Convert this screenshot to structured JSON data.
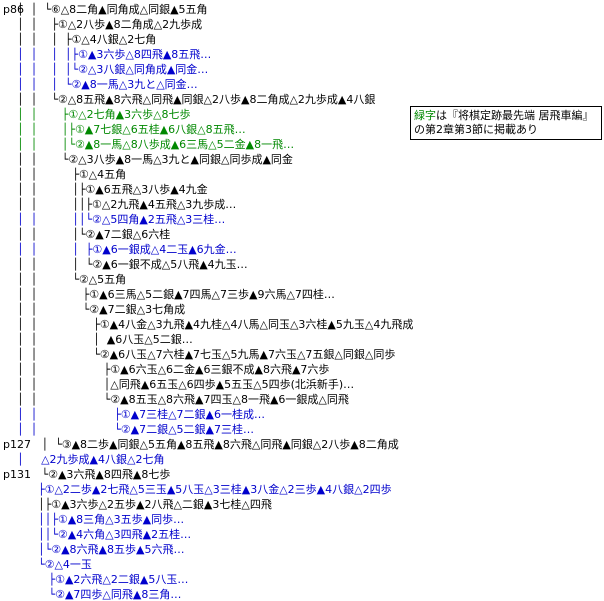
{
  "lines": [
    {
      "text": "p86"
    },
    {
      "text": "    │  │  └⑥△8二角▲同角成△同銀▲5五角"
    },
    {
      "text": "    │  │    ├①△2八歩▲8二角成△2九歩成"
    },
    {
      "text": "    │  │    │  ├①△4八銀△2七角"
    },
    {
      "text": "    │  │    │  │├①▲3六歩△8四飛▲8五飛…"
    },
    {
      "text": "    │  │    │  │└②△3八銀△同角成▲同金…"
    },
    {
      "text": "    │  │    │  └②▲8一馬△3九と△同金…"
    },
    {
      "text": "    │  │    └②△8五飛▲8六飛△同飛▲同銀△2八歩▲8二角成△2九歩成▲4八銀"
    },
    {
      "text": "    │  │       ├①△2七角▲3六歩△8七歩"
    },
    {
      "text": "    │  │       │├①▲7七銀△6五桂▲6八銀△8五飛…"
    },
    {
      "text": "    │  │       │└②▲8一馬△8八歩成▲6三馬△5二金▲8一飛…"
    },
    {
      "text": "    │  │       └②△3八歩▲8一馬△3九と▲同銀△同歩成▲同金"
    },
    {
      "text": "    │  │          ├①△4五角"
    },
    {
      "text": "    │  │          │├①▲6五飛△3八歩▲4九金"
    },
    {
      "text": "    │  │          ││├①△2九飛▲4五飛△3九歩成…"
    },
    {
      "text": "    │  │          ││└②△5四角▲2五飛△3三桂…"
    },
    {
      "text": "    │  │          │└②▲7二銀△6六桂"
    },
    {
      "text": "    │  │          │  ├①▲6一銀成△4二玉▲6九金…"
    },
    {
      "text": "    │  │          │  └②▲6一銀不成△5八飛▲4九玉…"
    },
    {
      "text": "    │  │          └②△5五角"
    },
    {
      "text": "    │  │             ├①▲6三馬△5二銀▲7四馬△7三歩▲9六馬△7四桂…"
    },
    {
      "text": "    │  │             └②▲7二銀△3七角成"
    },
    {
      "text": "    │  │                ├①▲4八金△3九飛▲4九桂△4八馬△同玉△3六桂▲5九玉△4九飛成"
    },
    {
      "text": "    │  │                │  ▲6八玉△5二銀…"
    },
    {
      "text": "    │  │                └②▲6八玉△7六桂▲7七玉△5九馬▲7六玉△7五銀△同銀△同歩"
    },
    {
      "text": "    │  │                   ├①▲6六玉△6二金▲6三銀不成▲8六飛▲7六歩"
    },
    {
      "text": "    │  │                   │△同飛▲6五玉△6四歩▲5五玉△5四歩(北浜新手)…"
    },
    {
      "text": "    │  │                   └②▲8五玉△8六飛▲7四玉△8一飛▲6一銀成△同飛"
    },
    {
      "text": "    │  │                      ├①▲7三桂△7二銀▲6一桂成…"
    },
    {
      "text": "    │  │                      └②▲7二銀△5二銀▲7三桂…"
    },
    {
      "text": "p127   │  └③▲8二歩▲同銀△5五角▲8五飛▲8六飛△同飛▲同銀△2八歩▲8二角成"
    },
    {
      "text": "    │     △2九歩成▲4八銀△2七角"
    },
    {
      "text": "p131   └②▲3六飛▲8四飛▲8七歩"
    },
    {
      "text": "          ├①△2二歩▲2七飛△5三玉▲5八玉△3三桂▲3八金△2三歩▲4八銀△2四歩"
    },
    {
      "text": "          │├①▲3六歩△2五歩▲2八飛△二銀▲3七桂△四飛"
    },
    {
      "text": "          ││├①▲8三角△3五歩▲同歩…"
    },
    {
      "text": "          ││└②▲4六角△3四飛▲2五桂…"
    },
    {
      "text": "          │└②▲8六飛▲8五歩▲5六飛…"
    },
    {
      "text": "          └②△4一玉"
    },
    {
      "text": "             ├①▲2六飛△2二銀▲5八玉…"
    },
    {
      "text": "             └②▲7四歩△同飛▲8三角…"
    }
  ],
  "note": {
    "lead": "緑字",
    "rest": "は『将棋定跡最先端 居飛車編』の第2章第3節に掲載あり"
  }
}
